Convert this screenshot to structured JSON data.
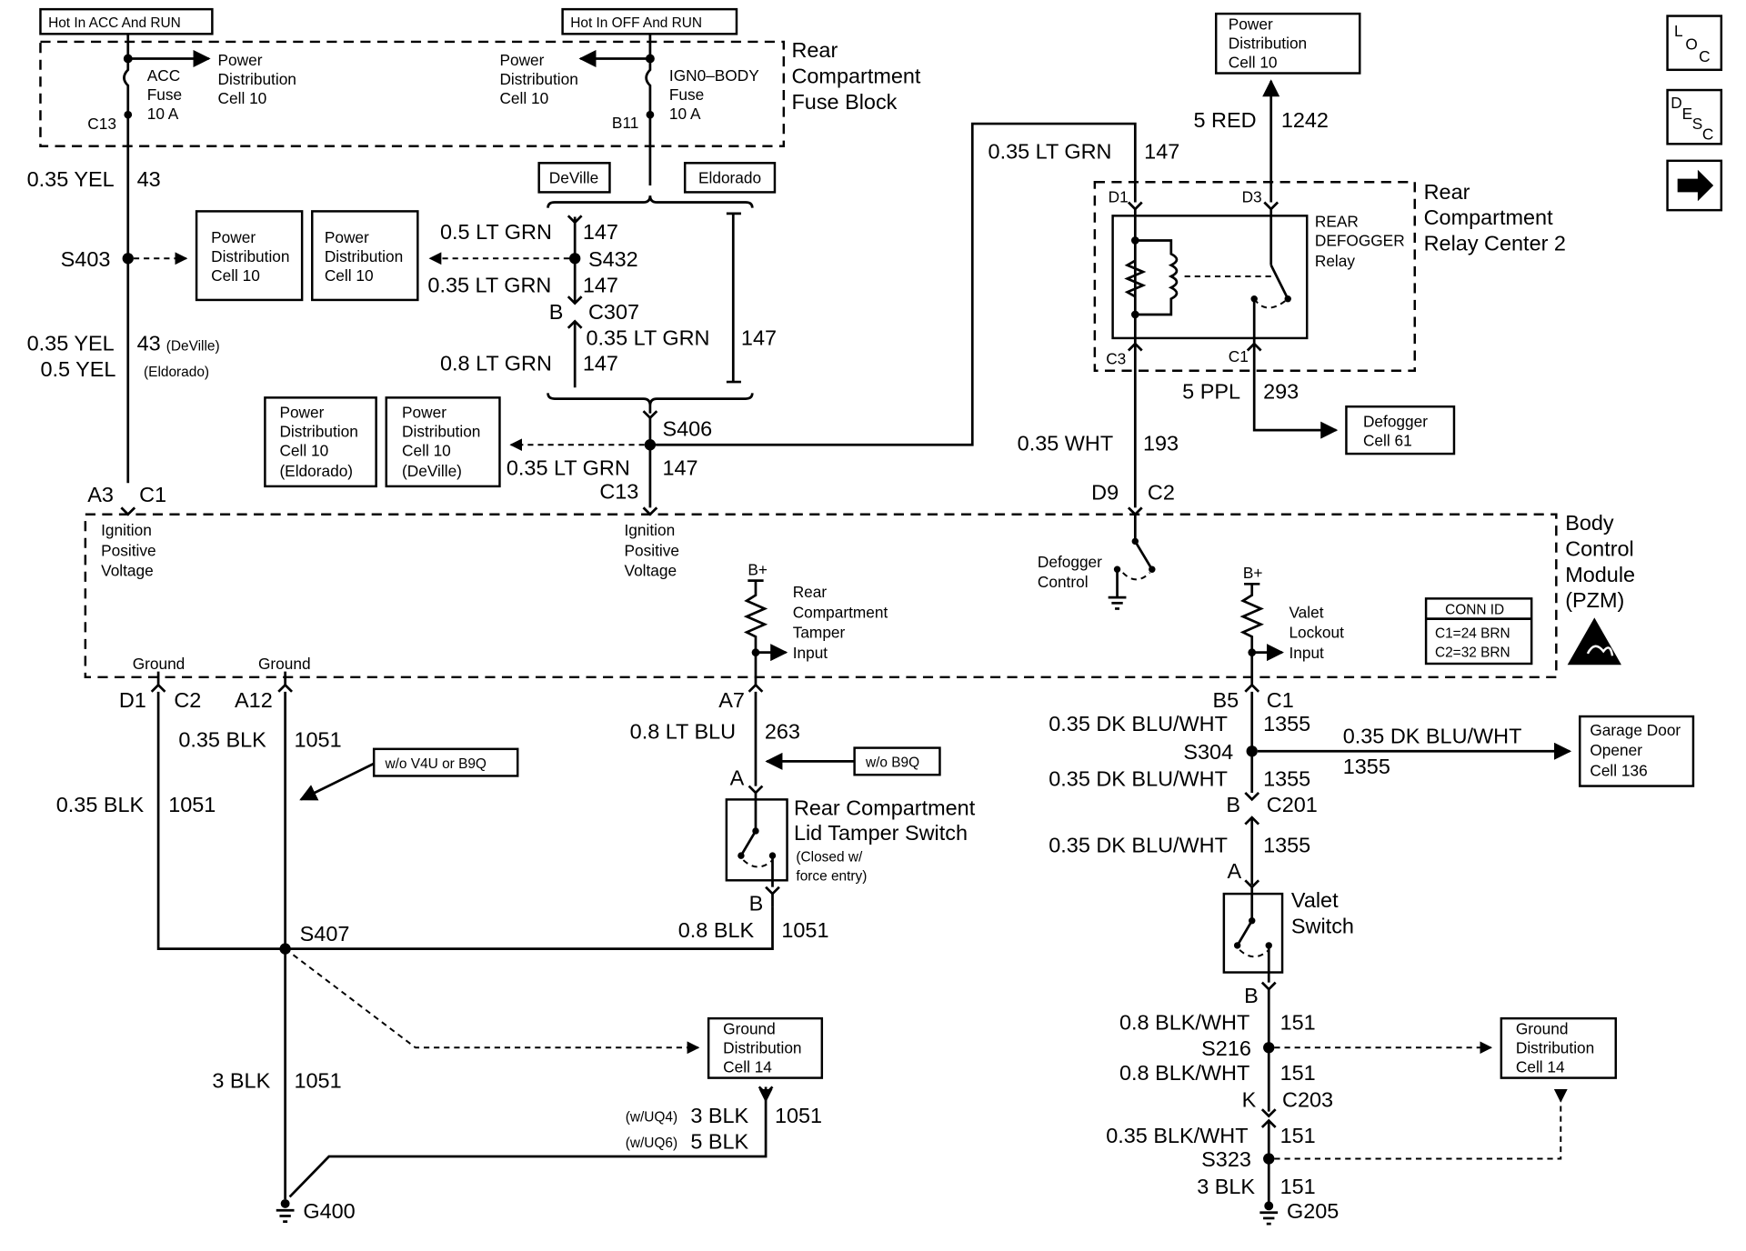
{
  "diagram": {
    "fuse_block": {
      "title": [
        "Rear",
        "Compartment",
        "Fuse Block"
      ],
      "hot_acc": "Hot In ACC And RUN",
      "hot_off": "Hot In OFF And RUN",
      "acc_fuse": [
        "ACC",
        "Fuse",
        "10 A"
      ],
      "ign_fuse": [
        "IGN0–BODY",
        "Fuse",
        "10 A"
      ],
      "c13": "C13",
      "b11": "B11",
      "pd_left": [
        "Power",
        "Distribution",
        "Cell 10"
      ],
      "pd_right": [
        "Power",
        "Distribution",
        "Cell 10"
      ]
    },
    "refs": {
      "pd_s403": [
        "Power",
        "Distribution",
        "Cell 10"
      ],
      "pd_s432": [
        "Power",
        "Distribution",
        "Cell 10"
      ],
      "pd_eldo": [
        "Power",
        "Distribution",
        "Cell 10",
        "(Eldorado)"
      ],
      "pd_deville": [
        "Power",
        "Distribution",
        "Cell 10",
        "(DeVille)"
      ],
      "pd_top": [
        "Power",
        "Distribution",
        "Cell 10"
      ],
      "defogger": [
        "Defogger",
        "Cell 61"
      ],
      "garage": [
        "Garage Door",
        "Opener",
        "Cell 136"
      ],
      "ground_left": [
        "Ground",
        "Distribution",
        "Cell 14"
      ],
      "ground_right": [
        "Ground",
        "Distribution",
        "Cell 14"
      ]
    },
    "options": {
      "deville": "DeVille",
      "eldorado": "Eldorado",
      "wo_v4u": "w/o V4U or B9Q",
      "wo_b9q": "w/o B9Q"
    },
    "wires": {
      "yel43_gauge": "0.35 YEL",
      "yel43_num": "43",
      "s403": "S403",
      "yel43b_gauge": "0.35 YEL",
      "yel43b_num": "43",
      "yel43b_note": "(DeVille)",
      "yel05_gauge": "0.5 YEL",
      "yel05_note": "(Eldorado)",
      "a3": "A3",
      "c1_left": "C1",
      "grn05_gauge": "0.5 LT GRN",
      "grn05_num": "147",
      "s432": "S432",
      "grn035a_gauge": "0.35 LT GRN",
      "grn035a_num": "147",
      "b_c307": "B",
      "c307": "C307",
      "grn035b_gauge": "0.35 LT GRN",
      "grn147_right": "147",
      "grn08_gauge": "0.8 LT GRN",
      "grn08_num": "147",
      "s406": "S406",
      "grn035c_gauge": "0.35 LT GRN",
      "grn035c_num": "147",
      "c13_bcm": "C13",
      "grn_top_gauge": "0.35 LT GRN",
      "grn_top_num": "147",
      "red_gauge": "5 RED",
      "red_num": "1242",
      "d1": "D1",
      "d3": "D3",
      "c3": "C3",
      "c1_relay": "C1",
      "ppl_gauge": "5 PPL",
      "ppl_num": "293",
      "wht_gauge": "0.35 WHT",
      "wht_num": "193",
      "d9": "D9",
      "c2_bcm": "C2",
      "d1_bot": "D1",
      "c2_bot": "C2",
      "a12": "A12",
      "blk035a_gauge": "0.35 BLK",
      "blk035a_num": "1051",
      "blk035b_gauge": "0.35 BLK",
      "blk035b_num": "1051",
      "s407": "S407",
      "blk3_gauge": "3 BLK",
      "blk3_num": "1051",
      "uq4": "(w/UQ4)",
      "uq4_gauge": "3 BLK",
      "uq_num": "1051",
      "uq6": "(w/UQ6)",
      "uq6_gauge": "5 BLK",
      "g400": "G400",
      "a7": "A7",
      "blu_gauge": "0.8 LT BLU",
      "blu_num": "263",
      "a_tamper": "A",
      "b_tamper": "B",
      "blk08_gauge": "0.8 BLK",
      "blk08_num": "1051",
      "b5": "B5",
      "c1_bot": "C1",
      "dkblu1_gauge": "0.35 DK BLU/WHT",
      "dkblu1_num": "1355",
      "s304": "S304",
      "dkblu_r_gauge": "0.35 DK BLU/WHT",
      "dkblu_r_num": "1355",
      "dkblu2_gauge": "0.35 DK BLU/WHT",
      "dkblu2_num": "1355",
      "b_c201": "B",
      "c201": "C201",
      "dkblu3_gauge": "0.35 DK BLU/WHT",
      "dkblu3_num": "1355",
      "a_valet": "A",
      "b_valet": "B",
      "bw1_gauge": "0.8 BLK/WHT",
      "bw1_num": "151",
      "s216": "S216",
      "bw2_gauge": "0.8 BLK/WHT",
      "bw2_num": "151",
      "k_c203": "K",
      "c203": "C203",
      "bw3_gauge": "0.35 BLK/WHT",
      "bw3_num": "151",
      "s323": "S323",
      "blk3r_gauge": "3 BLK",
      "blk3r_num": "151",
      "g205": "G205"
    },
    "relay_center": {
      "title": [
        "Rear",
        "Compartment",
        "Relay Center 2"
      ],
      "relay": [
        "REAR",
        "DEFOGGER",
        "Relay"
      ]
    },
    "bcm": {
      "title": [
        "Body",
        "Control",
        "Module",
        "(PZM)"
      ],
      "ign_left": [
        "Ignition",
        "Positive",
        "Voltage"
      ],
      "ign_mid": [
        "Ignition",
        "Positive",
        "Voltage"
      ],
      "ground1": "Ground",
      "ground2": "Ground",
      "bplus1": "B+",
      "bplus2": "B+",
      "tamper_input": [
        "Rear",
        "Compartment",
        "Tamper",
        "Input"
      ],
      "defog_ctrl": [
        "Defogger",
        "Control"
      ],
      "valet_input": [
        "Valet",
        "Lockout",
        "Input"
      ],
      "conn_title": "CONN ID",
      "conn_c1": "C1=24 BRN",
      "conn_c2": "C2=32 BRN"
    },
    "switches": {
      "tamper": [
        "Rear Compartment",
        "Lid Tamper Switch"
      ],
      "tamper_note": [
        "(Closed w/",
        "force entry)"
      ],
      "valet": [
        "Valet",
        "Switch"
      ]
    },
    "nav": {
      "loc": [
        "L",
        "O",
        "C"
      ],
      "desc": [
        "D",
        "E",
        "S",
        "C"
      ],
      "next_icon": "right-arrow-icon"
    }
  }
}
